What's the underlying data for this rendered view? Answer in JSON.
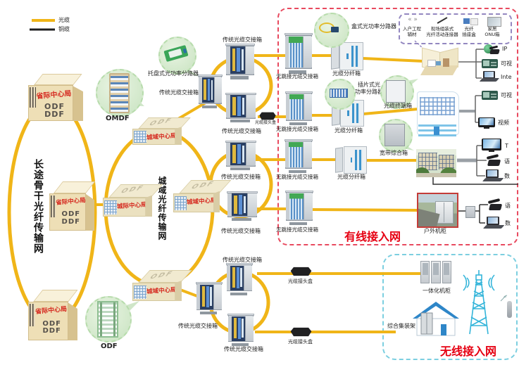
{
  "legend": {
    "fiber_label": "光缆",
    "copper_label": "铜缆"
  },
  "backbone": {
    "title": "长途骨干光纤传输网",
    "office_label": "省际中心局",
    "equip_line1": "ODF",
    "equip_line2": "DDF"
  },
  "metro": {
    "title": "城域光纤传输网",
    "intercity_label": "城际中心局",
    "city_label": "城域中心局",
    "omdf_label": "OMDF",
    "odf_label": "ODF",
    "box_top_text": "ODF"
  },
  "devices": {
    "tray_splitter": "托盘式光功率分路器",
    "box_splitter": "盒式光功率分路器",
    "card_splitter_line1": "插片式光",
    "card_splitter_line2": "功率分路器",
    "trad_cabinet": "传统光缆交接箱",
    "nojump_cabinet": "无跳接光缆交接箱",
    "fiber_dist_box": "光缆分纤箱",
    "joint_box": "光缆接头盒",
    "terminal_box": "光缆终端箱",
    "broadband_box": "宽带综合箱",
    "outdoor_cabinet": "户外机柜",
    "integrated_cabinet": "一体化机柜",
    "assembly_rack": "综合集装架"
  },
  "home_kit": {
    "item1_line1": "入户工程",
    "item1_line2": "辅材",
    "item2_line1": "现场组装式",
    "item2_line2": "光纤活动连接器",
    "item3_line1": "光纤",
    "item3_line2": "插座盒",
    "item4_line1": "家居",
    "item4_line2": "ONU箱"
  },
  "sections": {
    "wired": "有线接入网",
    "wireless": "无线接入网"
  },
  "endpoints": {
    "ip": "IP",
    "videophone": "可视",
    "internet": "Inte",
    "video": "视频",
    "tv": "T",
    "voice": "语",
    "data": "数"
  }
}
